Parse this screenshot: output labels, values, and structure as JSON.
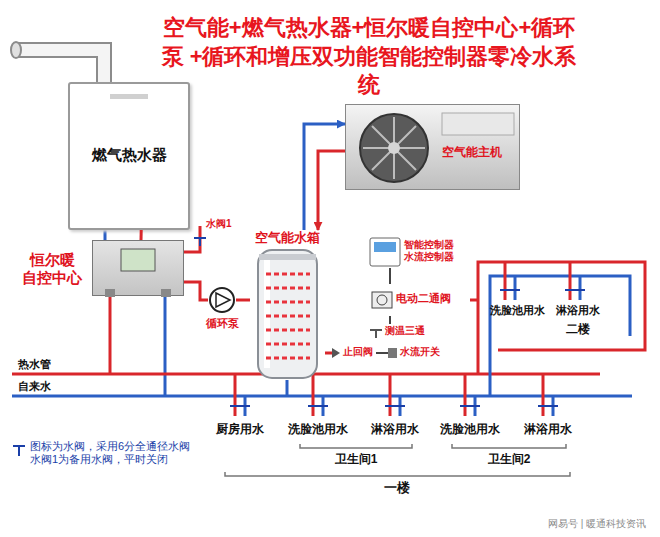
{
  "diagram": {
    "title": "空气能+燃气热水器+恒尔暖自控中心+循环泵 +循环和增压双功能智能控制器零冷水系统",
    "nodes": [
      {
        "text": [
          "燃气热水器"
        ]
      },
      {
        "text": [
          "空气能主机"
        ]
      },
      {
        "text": [
          "恒尔暖 自控中心"
        ]
      },
      {
        "text": [
          "空气能水箱"
        ]
      },
      {
        "text": [
          "循环泵"
        ]
      },
      {
        "text": [
          "智能控制器 水流控制器"
        ]
      },
      {
        "text": [
          "电动二通阀"
        ]
      },
      {
        "text": [
          "测温三通"
        ]
      },
      {
        "text": [
          "止回阀"
        ]
      },
      {
        "text": [
          "水流开关"
        ]
      }
    ],
    "edges": [
      {
        "from": 0,
        "to": 2,
        "arrow": "none"
      },
      {
        "from": 2,
        "to": 4,
        "arrow": "none"
      },
      {
        "from": 4,
        "to": 3,
        "arrow": "none"
      },
      {
        "from": 1,
        "to": 3,
        "arrow": "to"
      },
      {
        "from": 3,
        "to": 1,
        "arrow": "to"
      },
      {
        "from": 5,
        "to": 6,
        "arrow": "none"
      },
      {
        "from": 6,
        "to": 7,
        "arrow": "none"
      },
      {
        "from": 8,
        "to": 9,
        "arrow": "none"
      }
    ],
    "labels": [
      "水阀1",
      "热水管",
      "自来水",
      "洗脸池用水",
      "淋浴用水",
      "二楼",
      "厨房用水",
      "洗脸池用水",
      "淋浴用水",
      "洗脸池用水",
      "淋浴用水",
      "卫生间1",
      "卫生间2",
      "一楼",
      "图标为水阀，采用6分全通径水阀 水阀1为备用水阀，平时关闭",
      "网易号 | 暖通科技资讯"
    ]
  }
}
